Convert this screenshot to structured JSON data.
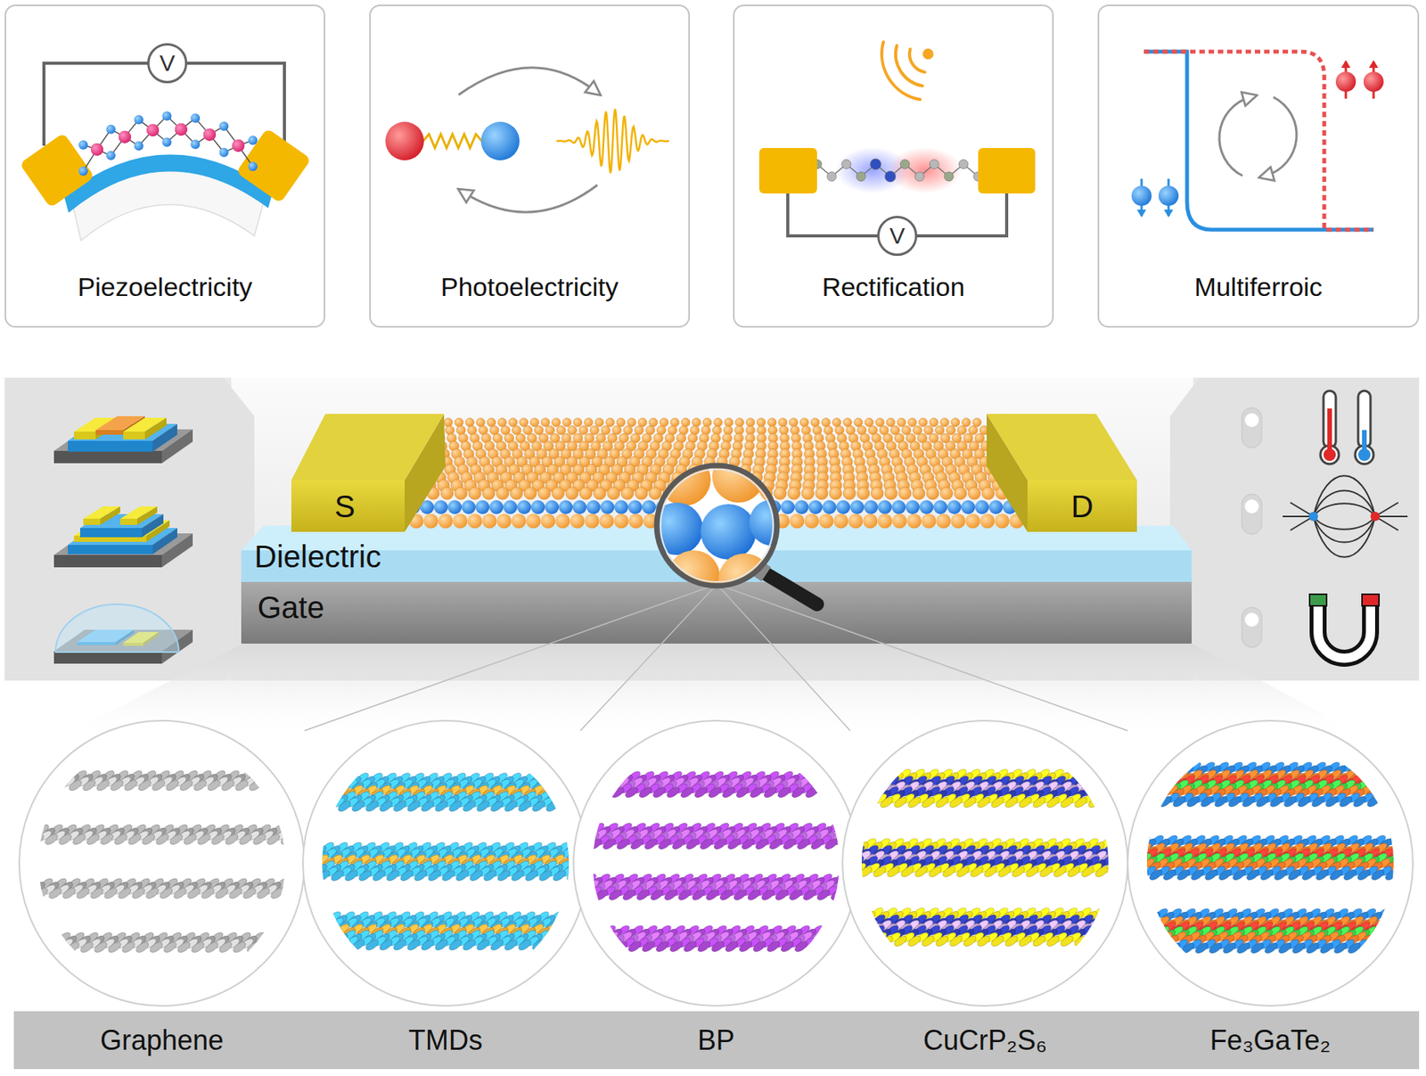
{
  "diagram": {
    "nodes": [
      {
        "text": [
          "Piezoelectricity"
        ]
      },
      {
        "text": [
          "V"
        ],
        "in": 0
      },
      {
        "text": [
          "Photoelectricity"
        ]
      },
      {
        "text": [
          "Rectification"
        ]
      },
      {
        "text": [
          "V"
        ],
        "in": 3
      },
      {
        "text": [
          "Multiferroic"
        ]
      },
      {
        "text": [
          "S"
        ]
      },
      {
        "text": [
          "D"
        ]
      },
      {
        "text": [
          "Dielectric"
        ]
      },
      {
        "text": [
          "Gate"
        ]
      },
      {
        "text": [
          "Graphene",
          "TMDs",
          "BP",
          "CuCrP₂S₆",
          "Fe₃GaTe₂"
        ]
      }
    ]
  }
}
